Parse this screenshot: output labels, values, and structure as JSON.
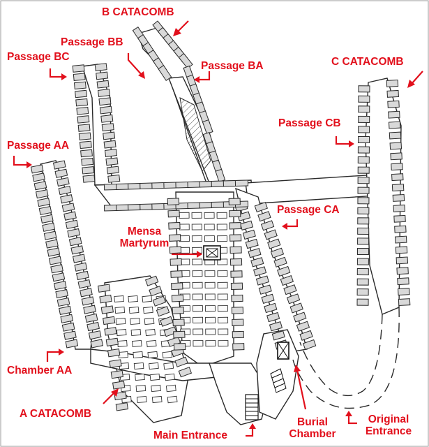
{
  "labels": {
    "b_catacomb": "B CATACOMB",
    "passage_bb": "Passage BB",
    "passage_bc": "Passage BC",
    "passage_ba": "Passage BA",
    "c_catacomb": "C CATACOMB",
    "passage_cb": "Passage CB",
    "passage_aa": "Passage AA",
    "passage_ca": "Passage CA",
    "mensa_line1": "Mensa",
    "mensa_line2": "Martyrum",
    "chamber_aa": "Chamber AA",
    "a_catacomb": "A CATACOMB",
    "main_entrance": "Main Entrance",
    "burial_line1": "Burial",
    "burial_line2": "Chamber",
    "original_line1": "Original",
    "original_line2": "Entrance"
  },
  "colors": {
    "label": "#e2101c",
    "wall": "#2a2a2a",
    "niche_fill": "#d9d9d9"
  }
}
